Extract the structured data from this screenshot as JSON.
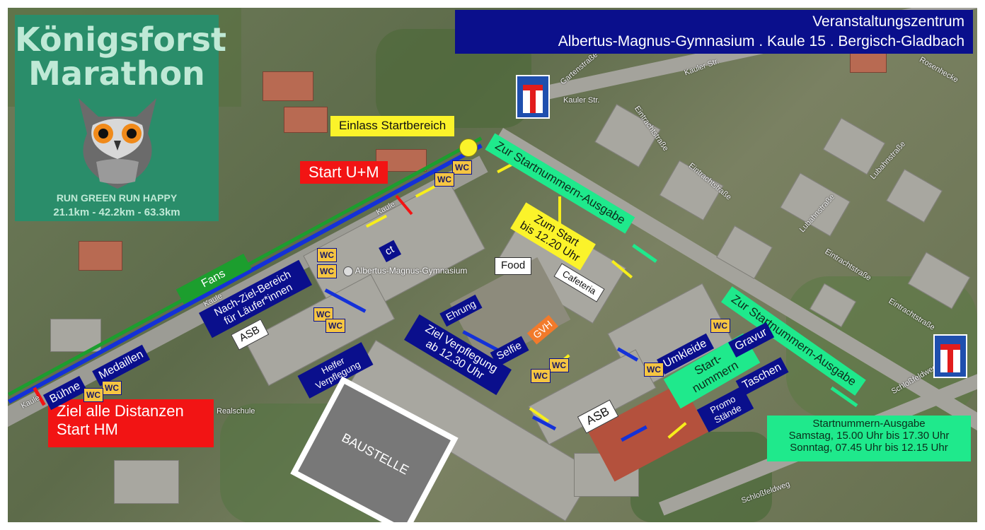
{
  "logo": {
    "title_line1": "Königsforst",
    "title_line2": "Marathon",
    "tagline": "RUN GREEN RUN HAPPY",
    "distances": "21.1km - 42.2km - 63.3km",
    "bg_color": "#2a8d6a"
  },
  "header": {
    "line1": "Veranstaltungszentrum",
    "line2": "Albertus-Magnus-Gymnasium . Kaule 15 . Bergisch-Gladbach"
  },
  "labels": {
    "einlass": "Einlass Startbereich",
    "start_um": "Start U+M",
    "ziel_line1": "Ziel alle Distanzen",
    "ziel_line2": "Start HM",
    "zur_startnummern_1": "Zur Startnummern-Ausgabe",
    "zur_startnummern_2": "Zur Startnummern-Ausgabe",
    "zum_start_line1": "Zum Start",
    "zum_start_line2": "bis 12.20 Uhr",
    "food": "Food",
    "cafeteria": "Cafeteria",
    "ct": "ct",
    "gymnasium": "Albertus-Magnus-Gymnasium",
    "fans": "Fans",
    "nach_ziel_line1": "Nach-Ziel-Bereich",
    "nach_ziel_line2": "für Läufer*innen",
    "asb_1": "ASB",
    "asb_2": "ASB",
    "ehrung": "Ehrung",
    "selfie": "Selfie",
    "gvh": "GVH",
    "ziel_verpflegung_line1": "Ziel Verpflegung",
    "ziel_verpflegung_line2": "ab 12.30 Uhr",
    "helfer_line1": "Helfer",
    "helfer_line2": "Verpflegung",
    "medaillen": "Medaillen",
    "buehne": "Bühne",
    "umkleide": "Umkleide",
    "gravur": "Gravur",
    "startnummern_line1": "Start-",
    "startnummern_line2": "nummern",
    "taschen": "Taschen",
    "promo_line1": "Promo",
    "promo_line2": "Stände",
    "baustelle": "BAUSTELLE",
    "wc": "WC"
  },
  "info_box": {
    "title": "Startnummern-Ausgabe",
    "line1": "Samstag, 15.00 Uhr bis 17.30 Uhr",
    "line2": "Sonntag, 07.45 Uhr bis 12.15 Uhr"
  },
  "streets": {
    "kauler_1": "Kauler Str.",
    "kauler_2": "Kauler Str.",
    "garten": "Gartenstraße",
    "eintracht_1": "Eintrachtstraße",
    "eintracht_2": "Eintrachtstraße",
    "eintracht_3": "Eintrachtstraße",
    "eintracht_4": "Eintrachtstraße",
    "lubahn_1": "Lubahnstraße",
    "lubahn_2": "Lubahnstraße",
    "rosen": "Rosenhecke",
    "kaule_1": "Kaule",
    "kaule_2": "Kaule",
    "kaule_3": "Kaule",
    "schloss_1": "Schloßfeldweg",
    "schloss_2": "Schloßfeldweg",
    "realschule": "Realschule"
  },
  "colors": {
    "route_blue": "#1431d8",
    "route_green": "#1c9e2e",
    "label_blue": "#0a0f8c",
    "accent_yellow": "#fbf32a",
    "accent_red": "#f21414",
    "accent_green": "#1fe98c"
  }
}
